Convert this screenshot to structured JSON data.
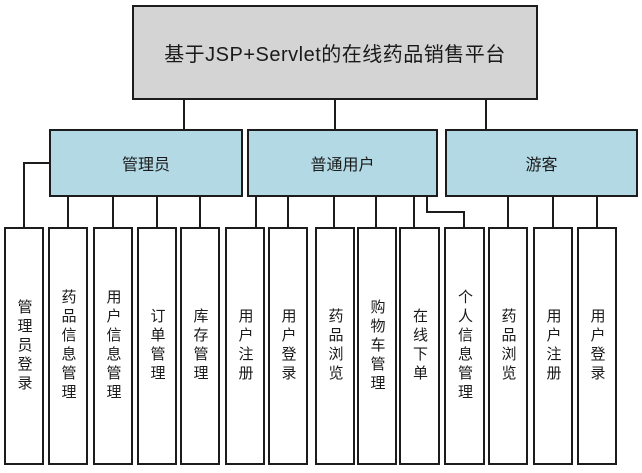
{
  "diagram": {
    "title": "基于JSP+Servlet的在线药品销售平台",
    "groups": [
      {
        "label": "管理员",
        "children": [
          {
            "label": "管理员登录"
          },
          {
            "label": "药品信息管理"
          },
          {
            "label": "用户信息管理"
          },
          {
            "label": "订单管理"
          },
          {
            "label": "库存管理"
          }
        ]
      },
      {
        "label": "普通用户",
        "children": [
          {
            "label": "用户注册"
          },
          {
            "label": "用户登录"
          },
          {
            "label": "药品浏览"
          },
          {
            "label": "购物车管理"
          },
          {
            "label": "在线下单"
          },
          {
            "label": "个人信息管理"
          }
        ]
      },
      {
        "label": "游客",
        "children": [
          {
            "label": "药品浏览"
          },
          {
            "label": "用户注册"
          },
          {
            "label": "用户登录"
          }
        ]
      }
    ]
  },
  "theme": {
    "canvas_bg": "#ffffff",
    "root_fill": "#d4d4d4",
    "group_fill": "#b3d9e5",
    "leaf_fill": "#ffffff",
    "border_color": "#1c1c1c",
    "line_color": "#1c1c1c",
    "text_color": "#1a1a1a"
  }
}
